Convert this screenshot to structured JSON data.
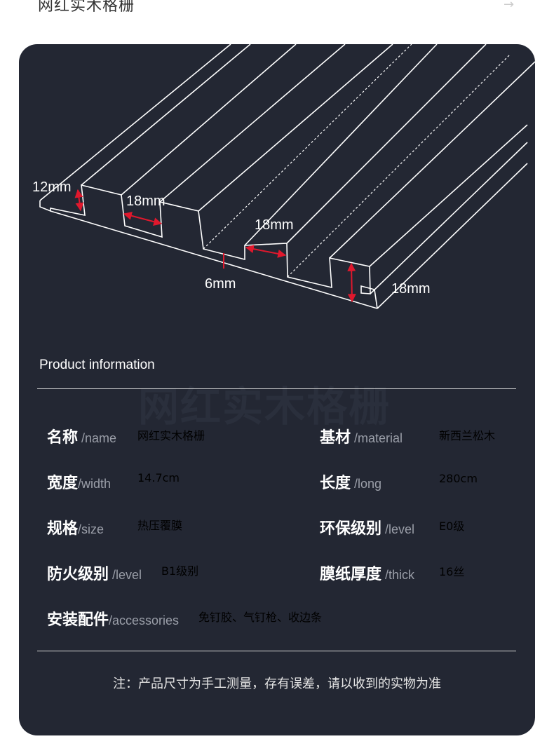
{
  "page": {
    "top_title": "网红实木格栅"
  },
  "diagram": {
    "dimension_labels": {
      "height_left": "12mm",
      "groove_width_1": "18mm",
      "groove_width_2": "18mm",
      "groove_depth": "6mm",
      "height_right": "18mm"
    },
    "line_color": "#ffffff",
    "arrow_color": "#e0182d"
  },
  "watermark_text": "网红实木格栅",
  "product_info": {
    "heading": "Product information",
    "specs": [
      {
        "label": "名称",
        "en": " /name",
        "value": "网红实木格栅"
      },
      {
        "label": "基材",
        "en": " /material",
        "value": "新西兰松木"
      },
      {
        "label": "宽度",
        "en": "/width",
        "value": "14.7cm"
      },
      {
        "label": "长度",
        "en": " /long",
        "value": "280cm"
      },
      {
        "label": "规格",
        "en": "/size",
        "value": "热压覆膜"
      },
      {
        "label": "环保级别",
        "en": " /level",
        "value": "E0级"
      },
      {
        "label": "防火级别",
        "en": " /level",
        "value": "B1级别"
      },
      {
        "label": "膜纸厚度",
        "en": " /thick",
        "value": "16丝"
      },
      {
        "label": "安装配件",
        "en": "/accessories",
        "value": "免钉胶、气钉枪、收边条"
      }
    ],
    "note": "注：产品尺寸为手工测量，存有误差，请以收到的实物为准"
  },
  "colors": {
    "card_background": "#232733",
    "page_background": "#ffffff",
    "text": "#ffffff",
    "secondary_text": "#9a9ea8"
  }
}
